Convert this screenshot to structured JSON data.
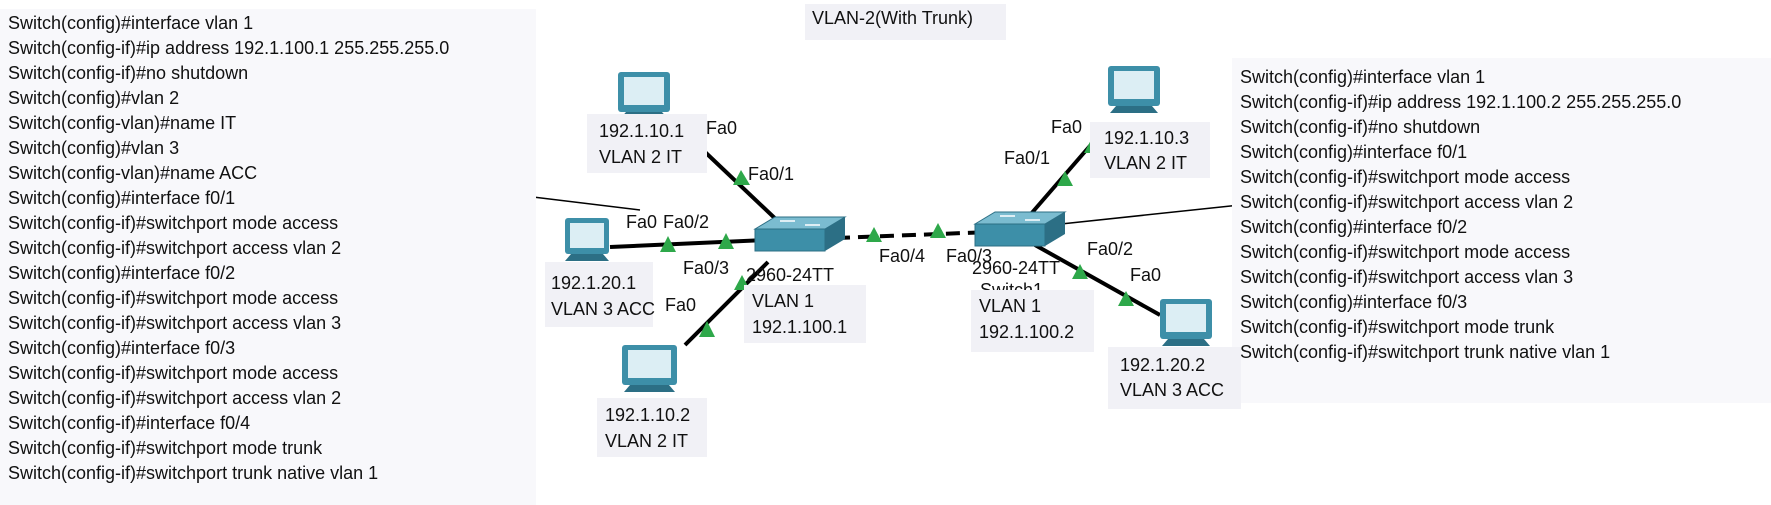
{
  "title": "VLAN-2(With Trunk)",
  "left_cli": [
    "Switch(config)#interface vlan 1",
    "Switch(config-if)#ip address 192.1.100.1 255.255.255.0",
    "Switch(config-if)#no shutdown",
    "Switch(config)#vlan 2",
    "Switch(config-vlan)#name IT",
    "Switch(config)#vlan 3",
    "Switch(config-vlan)#name ACC",
    "Switch(config)#interface f0/1",
    "Switch(config-if)#switchport mode access",
    "Switch(config-if)#switchport access vlan 2",
    "Switch(config)#interface f0/2",
    "Switch(config-if)#switchport mode access",
    "Switch(config-if)#switchport access vlan 3",
    "Switch(config)#interface f0/3",
    "Switch(config-if)#switchport mode access",
    "Switch(config-if)#switchport access vlan 2",
    "Switch(config-if)#interface f0/4",
    "Switch(config-if)#switchport mode trunk",
    "Switch(config-if)#switchport trunk native vlan 1"
  ],
  "right_cli": [
    "Switch(config)#interface vlan 1",
    "Switch(config-if)#ip address 192.1.100.2 255.255.255.0",
    "Switch(config-if)#no shutdown",
    "Switch(config)#interface f0/1",
    "Switch(config-if)#switchport mode access",
    "Switch(config-if)#switchport access vlan 2",
    "Switch(config)#interface f0/2",
    "Switch(config-if)#switchport mode access",
    "Switch(config-if)#switchport access vlan 3",
    "Switch(config)#interface f0/3",
    "Switch(config-if)#switchport mode trunk",
    "Switch(config-if)#switchport trunk native vlan 1"
  ],
  "pcs": {
    "pc1": {
      "ip": "192.1.10.1",
      "vlan": "VLAN 2 IT",
      "port": "Fa0"
    },
    "pc2": {
      "ip": "192.1.20.1",
      "vlan": "VLAN 3 ACC",
      "port": "Fa0"
    },
    "pc3": {
      "ip": "192.1.10.2",
      "vlan": "VLAN 2 IT",
      "port": "Fa0"
    },
    "pc4": {
      "ip": "192.1.10.3",
      "vlan": "VLAN 2 IT",
      "port": "Fa0"
    },
    "pc5": {
      "ip": "192.1.20.2",
      "vlan": "VLAN 3 ACC",
      "port": "Fa0"
    }
  },
  "switch1": {
    "model": "2960-24TT",
    "vlan": "VLAN 1",
    "ip": "192.1.100.1",
    "ports": {
      "p1": "Fa0/1",
      "p2": "Fa0/2",
      "p3": "Fa0/3",
      "p4": "Fa0/4"
    }
  },
  "switch2": {
    "model": "2960-24TT",
    "name": "Switch1",
    "vlan": "VLAN 1",
    "ip": "192.1.100.2",
    "ports": {
      "p1": "Fa0/1",
      "p2": "Fa0/2",
      "p3": "Fa0/3"
    }
  },
  "colors": {
    "link": "#000000",
    "port_up": "#2ea84a",
    "device": "#3d8fa8",
    "panel": "#f8f8fb"
  }
}
